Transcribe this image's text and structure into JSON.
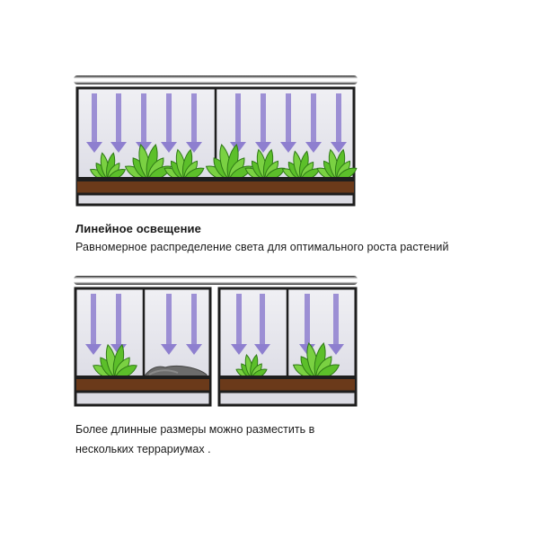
{
  "top_section": {
    "title": "Линейное освещение",
    "description": "Равномерное распределение света для оптимального роста растений"
  },
  "bottom_section": {
    "line1": "Более длинные размеры можно разместить в",
    "line2": "нескольких террариумах ."
  },
  "colors": {
    "frame": "#1e1e1e",
    "glass": "#dcdce4",
    "arrow": "#8e7fcf",
    "soil": "#6b3a1a",
    "leaf": "#5cbf2a",
    "leaf_dark": "#2f7a16",
    "rock": "#6a6a6a"
  },
  "icons": [
    "light-arrow-icon",
    "plant-icon",
    "rock-icon",
    "lamp-tube-icon"
  ]
}
